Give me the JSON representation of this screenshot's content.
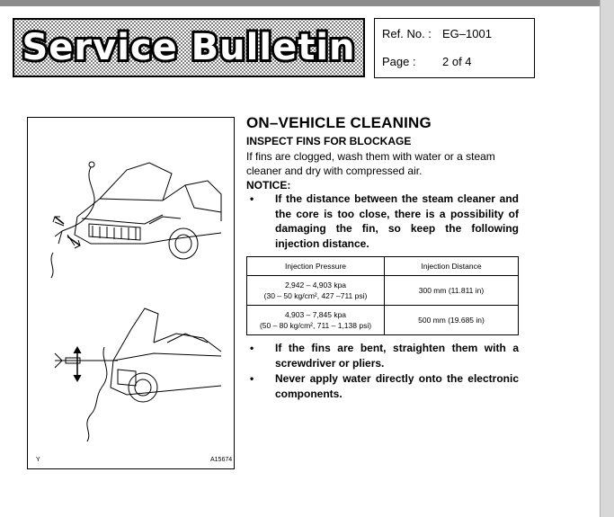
{
  "header": {
    "logo_text": "Service Bulletin",
    "ref_label": "Ref. No. :",
    "ref_value": "EG–1001",
    "page_label": "Page :",
    "page_value": "2 of 4"
  },
  "figure": {
    "code_left": "Y",
    "code_right": "A15674"
  },
  "section": {
    "title": "ON–VEHICLE CLEANING",
    "subtitle": "INSPECT FINS FOR BLOCKAGE",
    "intro": "If fins are clogged, wash them with water or a steam cleaner and dry with compressed air.",
    "notice_label": "NOTICE:",
    "bullets_top": [
      "If the distance between the steam cleaner and the core is too close, there is a possibility of damaging the fin, so keep the following injection distance."
    ],
    "bullets_bottom": [
      "If the fins are bent, straighten them with a screwdriver or pliers.",
      "Never apply water directly onto the electronic components."
    ]
  },
  "table": {
    "headers": [
      "Injection Pressure",
      "Injection Distance"
    ],
    "rows": [
      {
        "pressure_line1": "2,942 – 4,903 kpa",
        "pressure_line2": "(30 – 50 kg/cm², 427 –711 psi)",
        "distance": "300 mm (11.811 in)"
      },
      {
        "pressure_line1": "4,903 – 7,845 kpa",
        "pressure_line2": "(50 – 80 kg/cm², 711 – 1,138 psi)",
        "distance": "500 mm (19.685 in)"
      }
    ]
  }
}
